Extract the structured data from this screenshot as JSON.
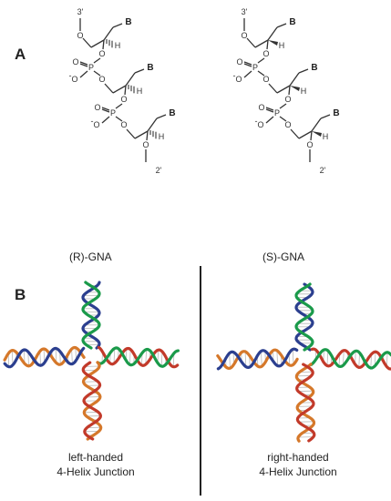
{
  "panels": {
    "a_label": "A",
    "b_label": "B"
  },
  "structures": {
    "left_name": "(R)-GNA",
    "right_name": "(S)-GNA",
    "end_top": "3'",
    "end_bottom": "2'",
    "base": "B",
    "hydrogen": "H",
    "oxygen": "O",
    "phosphorus": "P",
    "o_minus": "O",
    "minus_sign": "-"
  },
  "junctions": {
    "left_caption_line1": "left-handed",
    "left_caption_line2": "4-Helix Junction",
    "right_caption_line1": "right-handed",
    "right_caption_line2": "4-Helix Junction"
  },
  "colors": {
    "strand_blue": "#2b3f8f",
    "strand_green": "#1a9a4a",
    "strand_red": "#c23a2a",
    "strand_orange": "#d5782a",
    "base_pairs": "#b9b9b9",
    "divider": "#222222"
  }
}
